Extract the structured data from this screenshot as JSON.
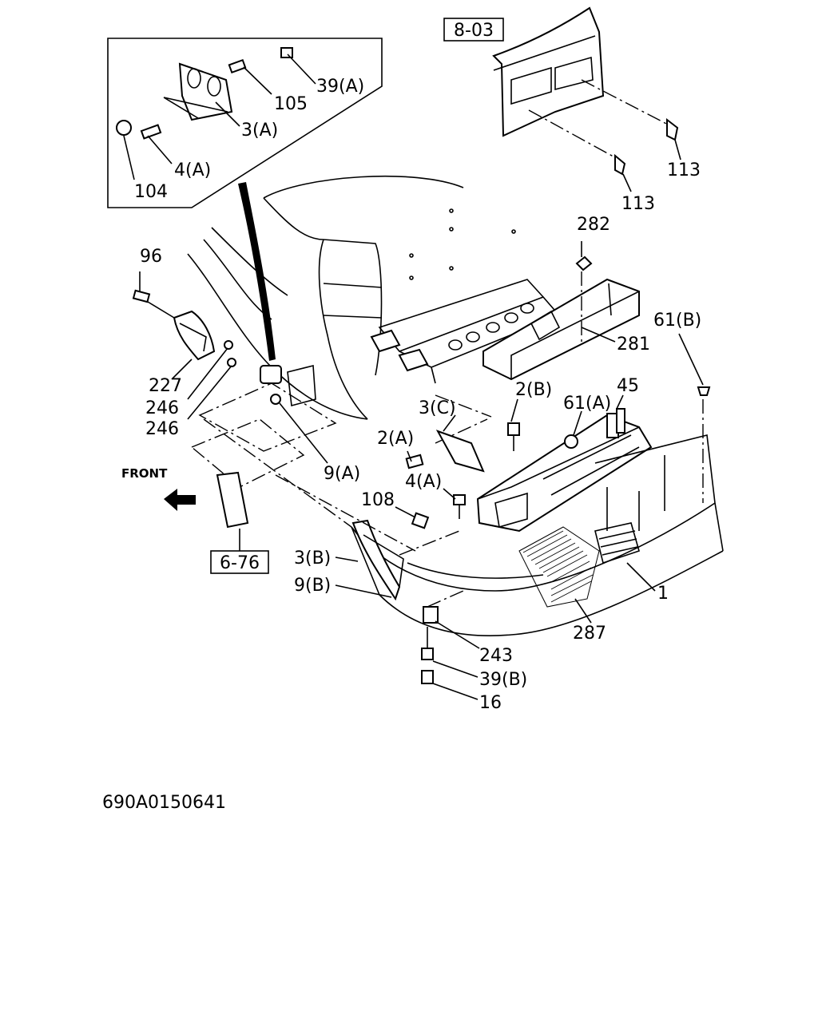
{
  "diagram_code": "690A0150641",
  "front_label": "FRONT",
  "ref_boxes": [
    {
      "id": "ref-8-03",
      "text": "8-03"
    },
    {
      "id": "ref-6-76",
      "text": "6-76"
    }
  ],
  "callouts": [
    {
      "id": "39A",
      "text": "39(A)"
    },
    {
      "id": "105",
      "text": "105"
    },
    {
      "id": "3A",
      "text": "3(A)"
    },
    {
      "id": "4A_inset",
      "text": "4(A)"
    },
    {
      "id": "104",
      "text": "104"
    },
    {
      "id": "113a",
      "text": "113"
    },
    {
      "id": "113b",
      "text": "113"
    },
    {
      "id": "282",
      "text": "282"
    },
    {
      "id": "96",
      "text": "96"
    },
    {
      "id": "281",
      "text": "281"
    },
    {
      "id": "61B",
      "text": "61(B)"
    },
    {
      "id": "227",
      "text": "227"
    },
    {
      "id": "246a",
      "text": "246"
    },
    {
      "id": "246b",
      "text": "246"
    },
    {
      "id": "2B",
      "text": "2(B)"
    },
    {
      "id": "45",
      "text": "45"
    },
    {
      "id": "3C",
      "text": "3(C)"
    },
    {
      "id": "61A",
      "text": "61(A)"
    },
    {
      "id": "2A",
      "text": "2(A)"
    },
    {
      "id": "9A",
      "text": "9(A)"
    },
    {
      "id": "4A",
      "text": "4(A)"
    },
    {
      "id": "108",
      "text": "108"
    },
    {
      "id": "3B",
      "text": "3(B)"
    },
    {
      "id": "9B",
      "text": "9(B)"
    },
    {
      "id": "1",
      "text": "1"
    },
    {
      "id": "287",
      "text": "287"
    },
    {
      "id": "243",
      "text": "243"
    },
    {
      "id": "39B",
      "text": "39(B)"
    },
    {
      "id": "16",
      "text": "16"
    }
  ]
}
